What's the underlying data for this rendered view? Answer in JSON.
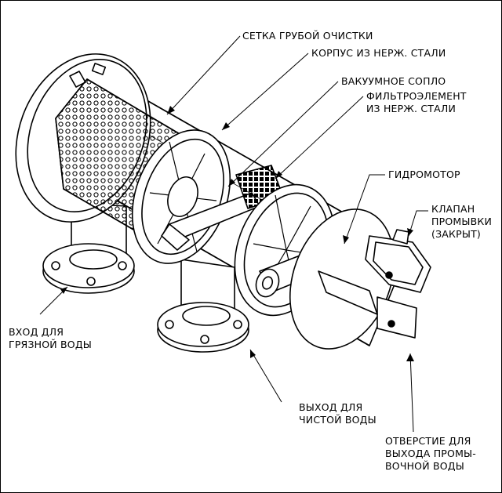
{
  "labels": {
    "coarse_screen": "СЕТКА ГРУБОЙ ОЧИСТКИ",
    "housing": "КОРПУС ИЗ НЕРЖ. СТАЛИ",
    "vacuum_nozzle": "ВАКУУМНОЕ СОПЛО",
    "filter_element_1": "ФИЛЬТРОЭЛЕМЕНТ",
    "filter_element_2": "ИЗ НЕРЖ. СТАЛИ",
    "hydromotor": "ГИДРОМОТОР",
    "flush_valve_1": "КЛАПАН",
    "flush_valve_2": "ПРОМЫВКИ",
    "flush_valve_3": "(ЗАКРЫТ)",
    "inlet_1": "ВХОД ДЛЯ",
    "inlet_2": "ГРЯЗНОЙ ВОДЫ",
    "outlet_1": "ВЫХОД ДЛЯ",
    "outlet_2": "ЧИСТОЙ ВОДЫ",
    "flush_outlet_1": "ОТВЕРСТИЕ ДЛЯ",
    "flush_outlet_2": "ВЫХОДА ПРОМЫ-",
    "flush_outlet_3": "ВОЧНОЙ ВОДЫ"
  },
  "colors": {
    "line": "#000000",
    "background": "#ffffff",
    "fill": "#ffffff",
    "mesh": "#000000"
  }
}
